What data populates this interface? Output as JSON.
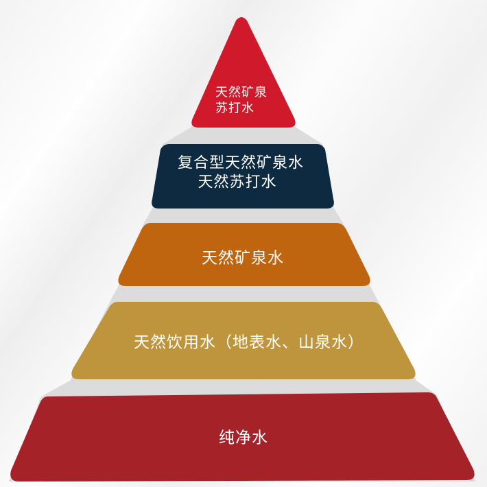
{
  "diagram": {
    "type": "pyramid",
    "levels": [
      {
        "level": 1,
        "position": "top",
        "lines": [
          "天然矿泉",
          "苏打水"
        ],
        "color": "#d0192b"
      },
      {
        "level": 2,
        "lines": [
          "复合型天然矿泉水",
          "天然苏打水"
        ],
        "color": "#0d2a40"
      },
      {
        "level": 3,
        "lines": [
          "天然矿泉水"
        ],
        "color": "#c0650f"
      },
      {
        "level": 4,
        "lines": [
          "天然饮用水（地表水、山泉水）"
        ],
        "color": "#be943c"
      },
      {
        "level": 5,
        "position": "bottom",
        "lines": [
          "纯净水"
        ],
        "color": "#a42228"
      }
    ],
    "separator_color": "#dcdcdc",
    "background_color": "#f4f4f4",
    "text_color": "#ffffff"
  }
}
